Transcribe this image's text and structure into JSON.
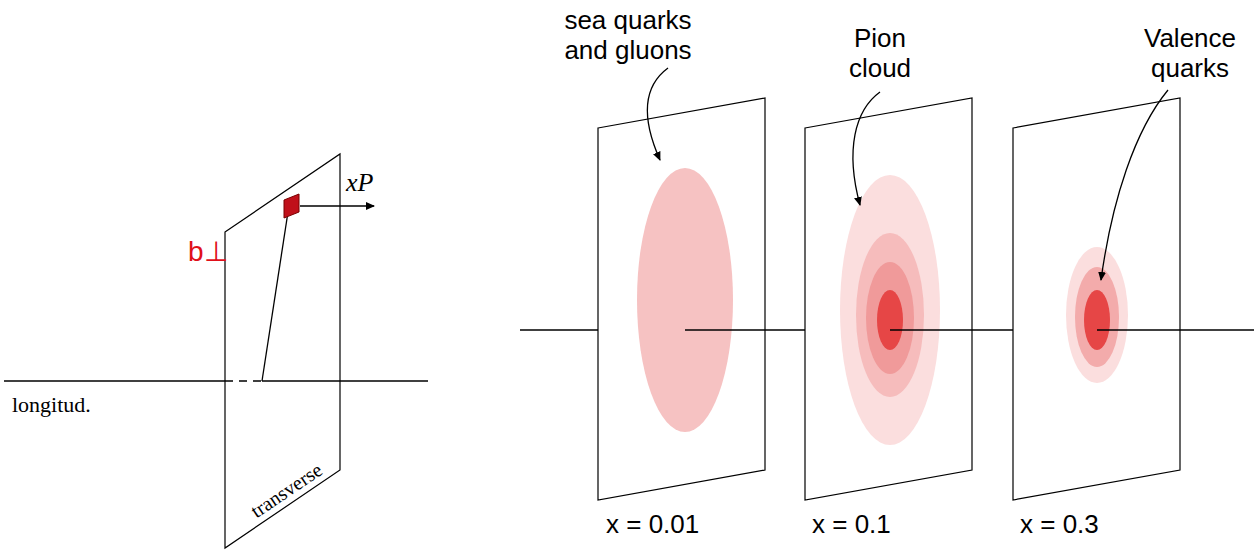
{
  "diagram": {
    "labels": [
      "longitud.",
      "transverse",
      "xP",
      "b⊥",
      "sea quarks and gluons",
      "Pion cloud",
      "Valence quarks",
      "x = 0.01",
      "x = 0.1",
      "x = 0.3"
    ]
  }
}
